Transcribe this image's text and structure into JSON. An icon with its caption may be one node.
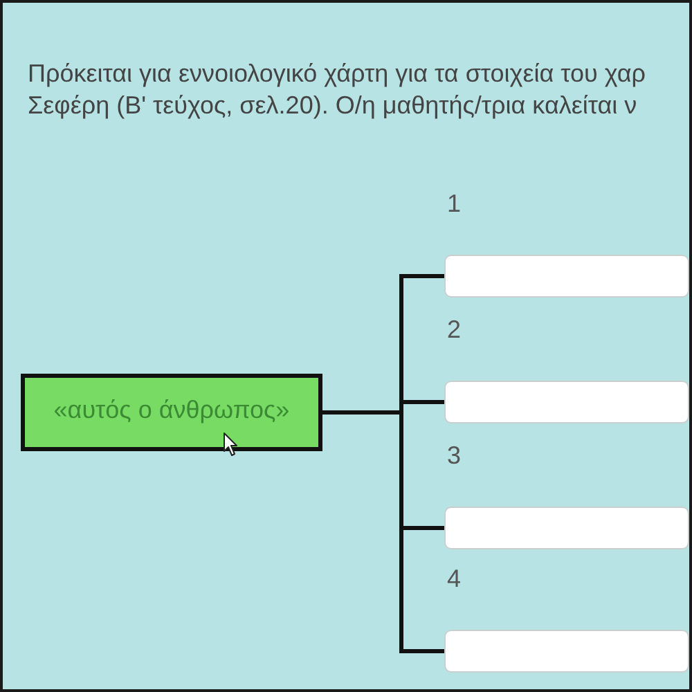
{
  "diagram": {
    "nodes": [
      {
        "text": [
          "«αυτός ο άνθρωπος»"
        ]
      },
      {
        "text": [],
        "shape": "box"
      },
      {
        "text": [],
        "shape": "box"
      },
      {
        "text": [],
        "shape": "box"
      },
      {
        "text": [],
        "shape": "box"
      }
    ],
    "edges": [
      {
        "from": 0,
        "to": 1,
        "arrow": "none"
      },
      {
        "from": 0,
        "to": 2,
        "arrow": "none"
      },
      {
        "from": 0,
        "to": 3,
        "arrow": "none"
      },
      {
        "from": 0,
        "to": 4,
        "arrow": "none"
      }
    ],
    "labels": [
      "Πρόκειται για εννοιολογικό χάρτη για τα στοιχεία του χαρ",
      "Σεφέρη (Β' τεύχος, σελ.20). Ο/η μαθητής/τρια καλείται ν",
      "1",
      "2",
      "3",
      "4"
    ]
  }
}
